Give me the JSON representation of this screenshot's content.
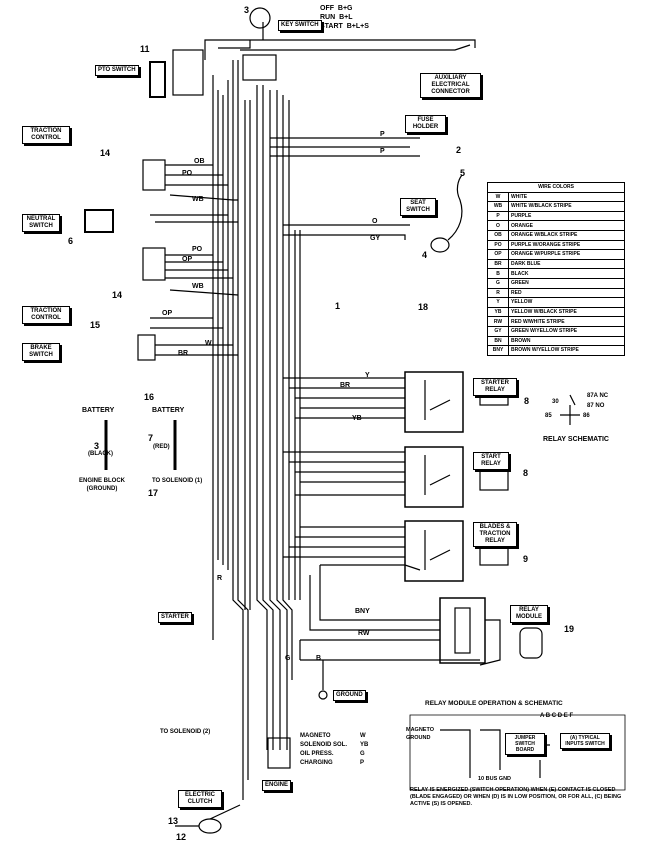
{
  "key_switch": {
    "label": "KEY SWITCH",
    "pos_off": "OFF",
    "pos_off_v": "B+G",
    "pos_run": "RUN",
    "pos_run_v": "B+L",
    "pos_start": "START",
    "pos_start_v": "B+L+S"
  },
  "aux_connector": "AUXILIARY ELECTRICAL CONNECTOR",
  "pto_switch": "PTO SWITCH",
  "traction_control_1": "TRACTION CONTROL",
  "traction_control_2": "TRACTION CONTROL",
  "fuse_holder": "FUSE HOLDER",
  "seat_switch": "SEAT SWITCH",
  "neutral_switch": "NEUTRAL SWITCH",
  "brake_switch": "BRAKE SWITCH",
  "starter_relay": "STARTER RELAY",
  "start_relay": "START RELAY",
  "blades_traction_relay": "BLADES & TRACTION RELAY",
  "relay_module": "RELAY MODULE",
  "relay_schematic": "RELAY SCHEMATIC",
  "relay_pins": {
    "p30": "30",
    "p87": "87",
    "p87a": "87A",
    "p85": "85",
    "p86": "86",
    "nc": "NC",
    "no": "NO"
  },
  "starter": "STARTER",
  "ground": "GROUND",
  "engine": "ENGINE",
  "electric_clutch": "ELECTRIC CLUTCH",
  "battery_1": "BATTERY",
  "battery_2": "BATTERY",
  "black": "(BLACK)",
  "red": "(RED)",
  "engine_block": "ENGINE BLOCK (GROUND)",
  "to_solenoid_1": "TO SOLENOID (1)",
  "to_solenoid_2": "TO SOLENOID (2)",
  "engine_legend": [
    {
      "name": "MAGNETO",
      "code": "W"
    },
    {
      "name": "SOLENOID SOL.",
      "code": "YB"
    },
    {
      "name": "OIL PRESS.",
      "code": "G"
    },
    {
      "name": "CHARGING",
      "code": "P"
    }
  ],
  "wire_colors_title": "WIRE COLORS",
  "wire_colors": [
    {
      "code": "W",
      "name": "WHITE"
    },
    {
      "code": "WB",
      "name": "WHITE W/BLACK STRIPE"
    },
    {
      "code": "P",
      "name": "PURPLE"
    },
    {
      "code": "O",
      "name": "ORANGE"
    },
    {
      "code": "OB",
      "name": "ORANGE W/BLACK STRIPE"
    },
    {
      "code": "PO",
      "name": "PURPLE W/ORANGE STRIPE"
    },
    {
      "code": "OP",
      "name": "ORANGE W/PURPLE STRIPE"
    },
    {
      "code": "BR",
      "name": "DARK BLUE"
    },
    {
      "code": "B",
      "name": "BLACK"
    },
    {
      "code": "G",
      "name": "GREEN"
    },
    {
      "code": "R",
      "name": "RED"
    },
    {
      "code": "Y",
      "name": "YELLOW"
    },
    {
      "code": "YB",
      "name": "YELLOW W/BLACK STRIPE"
    },
    {
      "code": "RW",
      "name": "RED W/WHITE STRIPE"
    },
    {
      "code": "GY",
      "name": "GREEN W/YELLOW STRIPE"
    },
    {
      "code": "BN",
      "name": "BROWN"
    },
    {
      "code": "BNY",
      "name": "BROWN W/YELLOW STRIPE"
    }
  ],
  "relay_module_title": "RELAY MODULE OPERATION & SCHEMATIC",
  "relay_module_box1": "JUMPER SWITCH BOARD",
  "relay_module_box2": "(A) TYPICAL INPUTS SWITCH",
  "relay_module_note": "RELAY IS ENERGIZED (SWITCH OPERATION) WHEN (E) CONTACT IS CLOSED (BLADE ENGAGED) OR WHEN (D) IS IN LOW POSITION, OR FOR ALL, (C) BEING ACTIVE (S) IS OPENED.",
  "relay_module_terminals": "A B C D E F",
  "relay_module_ground": "10 BUS GND",
  "relay_module_magneto": "MAGNETO GROUND",
  "callouts": {
    "c1": "1",
    "c2": "2",
    "c3": "3",
    "c4": "4",
    "c5": "5",
    "c6": "6",
    "c7": "7",
    "c8": "8",
    "c9": "9",
    "c10": "10",
    "c11": "11",
    "c12": "12",
    "c13": "13",
    "c14a": "14",
    "c14b": "14",
    "c15": "15",
    "c16": "16",
    "c17": "17",
    "c18": "18",
    "c19": "19"
  },
  "wire_labels": {
    "ob": "OB",
    "po": "PO",
    "wb": "WB",
    "wb2": "WB",
    "op": "OP",
    "po2": "PO",
    "op2": "OP",
    "br": "BR",
    "w": "W",
    "p1": "P",
    "p2": "P",
    "o": "O",
    "gy": "GY",
    "y": "Y",
    "br2": "BR",
    "yb": "YB",
    "bny": "BNY",
    "rw": "RW",
    "r": "R",
    "g": "G",
    "b": "B"
  }
}
